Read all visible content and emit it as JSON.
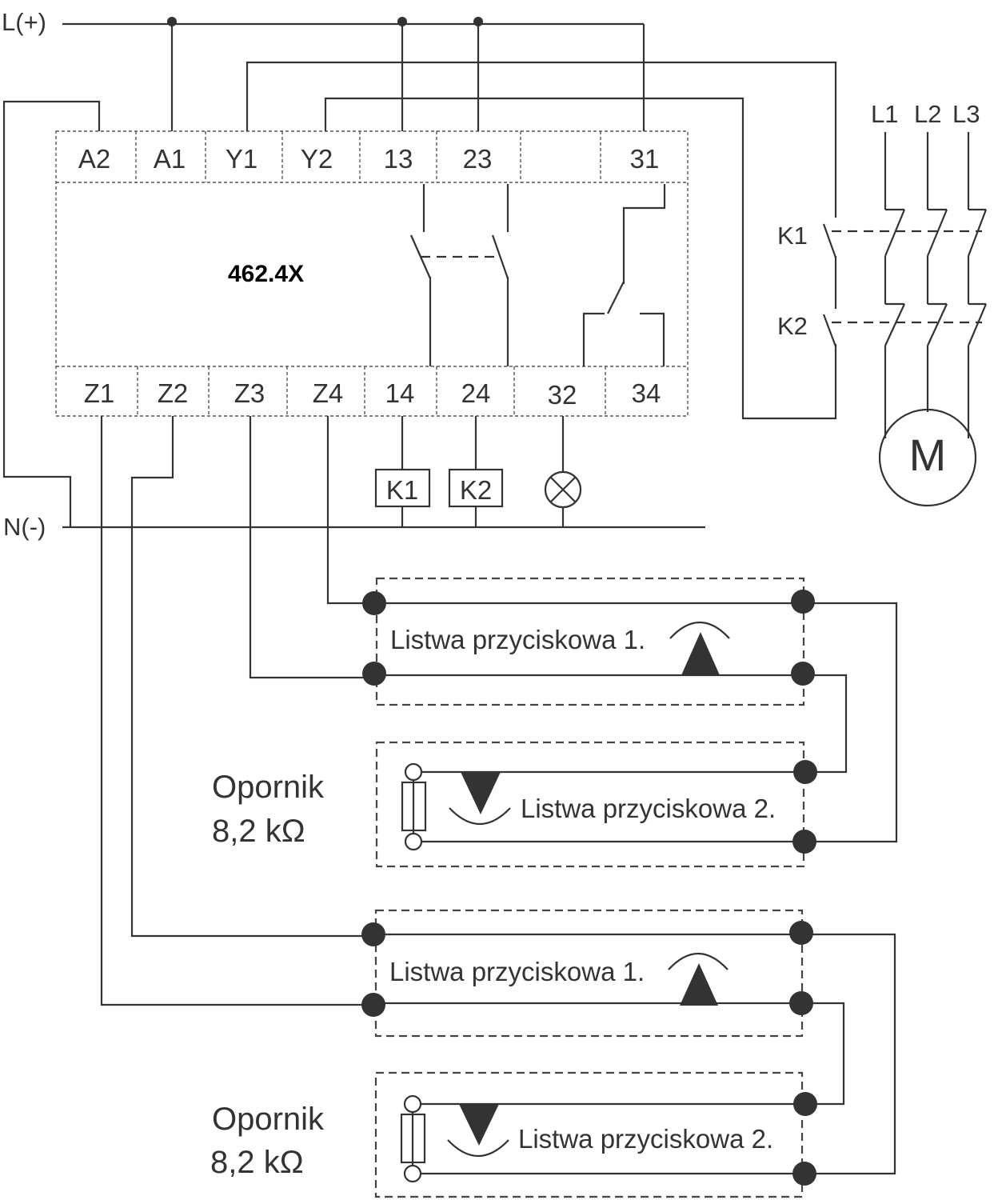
{
  "rails": {
    "positive": "L(+)",
    "negative": "N(-)"
  },
  "relay": {
    "model": "462.4X",
    "top_terminals": [
      "A2",
      "A1",
      "Y1",
      "Y2",
      "13",
      "23",
      "",
      "31"
    ],
    "bottom_terminals": [
      "Z1",
      "Z2",
      "Z3",
      "Z4",
      "14",
      "24",
      "32",
      "34"
    ]
  },
  "loads": {
    "contactor1": "K1",
    "contactor2": "K2",
    "lamp_icon": "indicator-lamp-icon"
  },
  "power": {
    "phases": [
      "L1",
      "L2",
      "L3"
    ],
    "contactors": [
      "K1",
      "K2"
    ],
    "motor": "M"
  },
  "groups": [
    {
      "strip1": "Listwa przyciskowa 1.",
      "strip2": "Listwa przyciskowa 2.",
      "resistor_line1": "Opornik",
      "resistor_line2": "8,2 kΩ"
    },
    {
      "strip1": "Listwa przyciskowa 1.",
      "strip2": "Listwa przyciskowa 2.",
      "resistor_line1": "Opornik",
      "resistor_line2": "8,2 kΩ"
    }
  ]
}
